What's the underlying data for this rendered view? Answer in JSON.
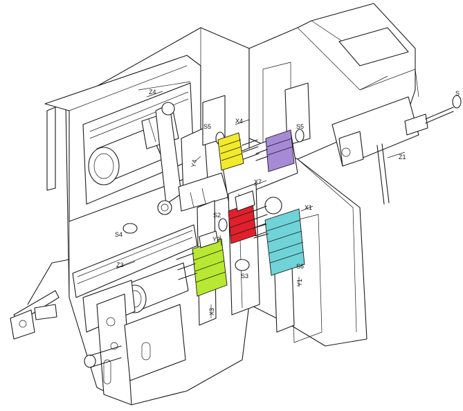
{
  "labels": {
    "z4": "Z4",
    "x4": "X4",
    "s5_left": "S5",
    "s5_right": "S5",
    "y4": "Y4",
    "x7": "X7",
    "s2": "S2",
    "x1": "X1",
    "s4": "S4",
    "y2": "Y2",
    "z3": "Z3",
    "s3": "S3",
    "s6": "S6",
    "y1": "Y1",
    "x3": "X3",
    "z1": "Z1",
    "s1": "S"
  },
  "colors": {
    "x4_connector": "#f2ea2a",
    "s5_connector": "#a68ad6",
    "x7_connector": "#e0202a",
    "x1_connector": "#6fd3d8",
    "x3_connector": "#b8e832",
    "line": "#1a1a1a",
    "background": "#ffffff"
  }
}
